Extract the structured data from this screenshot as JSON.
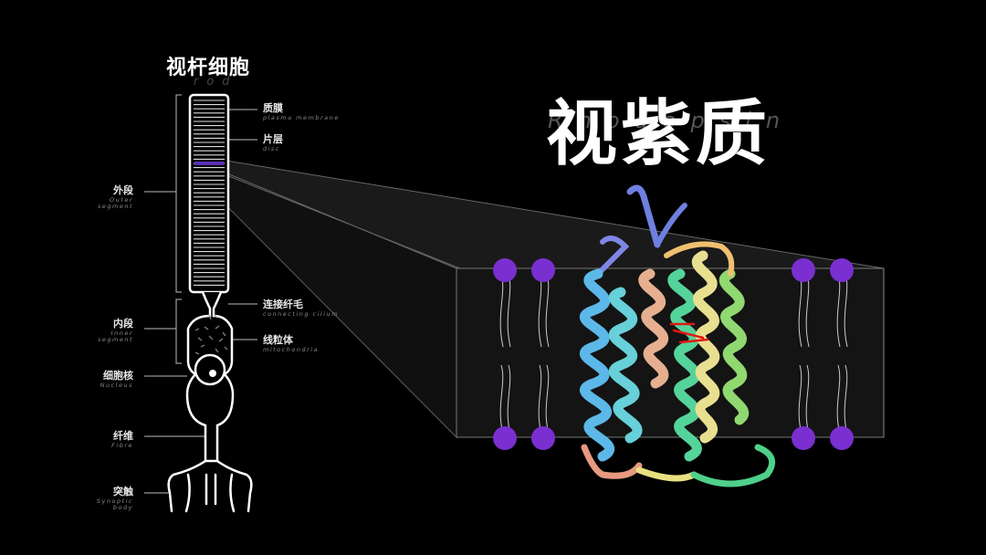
{
  "cell": {
    "title": "视杆细胞",
    "subtitle": "rod"
  },
  "labels_right": [
    {
      "cn": "质膜",
      "en": "plasma membrane"
    },
    {
      "cn": "片层",
      "en": "disc"
    },
    {
      "cn": "连接纤毛",
      "en": "connecting cilium"
    },
    {
      "cn": "线粒体",
      "en": "mitochondria"
    }
  ],
  "labels_left": [
    {
      "cn": "外段",
      "en": "Outer segment"
    },
    {
      "cn": "内段",
      "en": "Inner segment"
    },
    {
      "cn": "细胞核",
      "en": "Nucleus"
    },
    {
      "cn": "纤维",
      "en": "Fibre"
    },
    {
      "cn": "突触",
      "en": "Synoptic body"
    }
  ],
  "main": {
    "title": "视紫质",
    "subtitle": "Rhodopsin"
  },
  "colors": {
    "background": "#000000",
    "lipid_head": "#7a2fd0",
    "disc_highlight": "#5a2db8"
  }
}
